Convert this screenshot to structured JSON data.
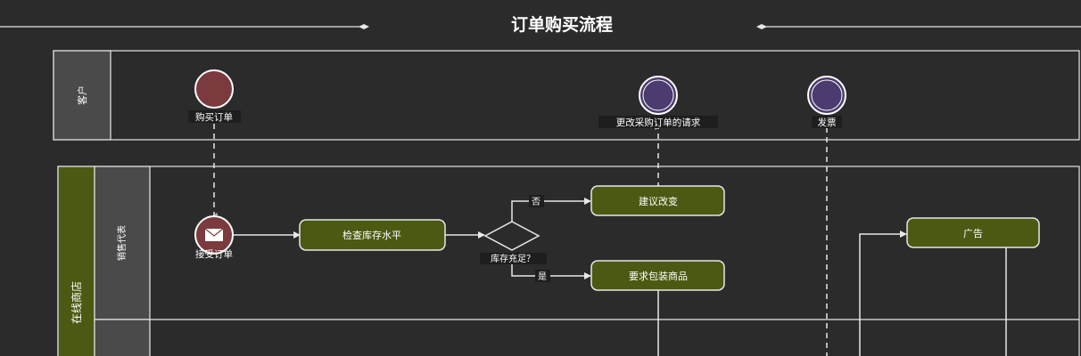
{
  "title": "订单购买流程",
  "pools": {
    "customer": {
      "label": "客户"
    },
    "store": {
      "label": "在线商店",
      "lanes": {
        "sales": "销售代表"
      }
    }
  },
  "events": {
    "purchase_order": {
      "label": "购买订单",
      "color": "#7a3a3e"
    },
    "receive_order": {
      "label": "接受订单",
      "color": "#7a3a3e"
    },
    "change_request": {
      "label": "更改采购订单的请求",
      "color": "#4b3b6e"
    },
    "invoice": {
      "label": "发票",
      "color": "#4b3b6e"
    }
  },
  "tasks": {
    "check_inventory": "检查库存水平",
    "suggest_change": "建议改变",
    "request_packaging": "要求包装商品",
    "advertise": "广告"
  },
  "gateway": {
    "label": "库存充足？",
    "no": "否",
    "yes": "是"
  },
  "colors": {
    "background": "#2b2b2b",
    "task_fill": "#4a5a12",
    "store_pool_header": "#4a5a12",
    "lane_header": "#4a4a4a",
    "line": "#e8e8e8"
  }
}
